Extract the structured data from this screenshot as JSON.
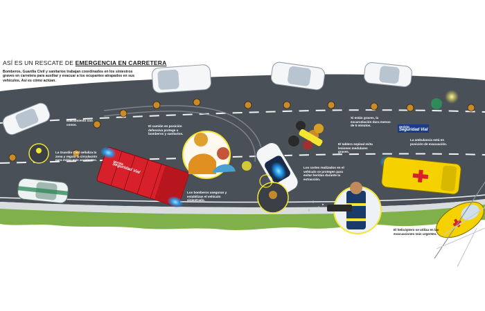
{
  "header": {
    "title_prefix": "ASÍ ES UN RESCATE DE",
    "title_emphasis": "EMERGENCIA EN CARRETERA",
    "intro": "Bomberos, Guardia Civil y sanitarios trabajan coordinados en los siniestros graves en carretera para auxiliar y evacuar a los ocupantes atrapados en sus vehículos. Así es cómo actúan."
  },
  "callouts": {
    "conos": "Balizamiento con conos.",
    "camion": "El camión en posición defensiva protege a bomberos y sanitarios.",
    "guardia": "La Guardia Civil señaliza la zona y regula la circulación para evitar más accidentes.",
    "bomberos": "Los bomberos aseguran y estabilizan el vehículo siniestrado.",
    "excarcelacion": "Si están graves, la excarcelación dura menos de 5 minutos.",
    "tablero": "El tablero espinal evita lesiones medulares graves.",
    "cortes": "Los cortes realizados en el vehículo se protegen para evitar heridas durante la extracción.",
    "ambulancia": "La ambulancia está en posición de evacuación.",
    "helicoptero": "El helicóptero se utiliza en las evacuaciones más urgentes."
  },
  "branding": {
    "revista": "revista",
    "name": "Seguridad Vial",
    "truck_revista": "revista",
    "truck_name": "Seguridad Vial"
  },
  "colors": {
    "road": "#4a5058",
    "lane_line": "#f2f2f2",
    "grass": "#7fb04a",
    "truck": "#d8202a",
    "ambulance": "#f5d100",
    "highlight": "#f2e630",
    "accent_blue": "#1a3a8a"
  }
}
